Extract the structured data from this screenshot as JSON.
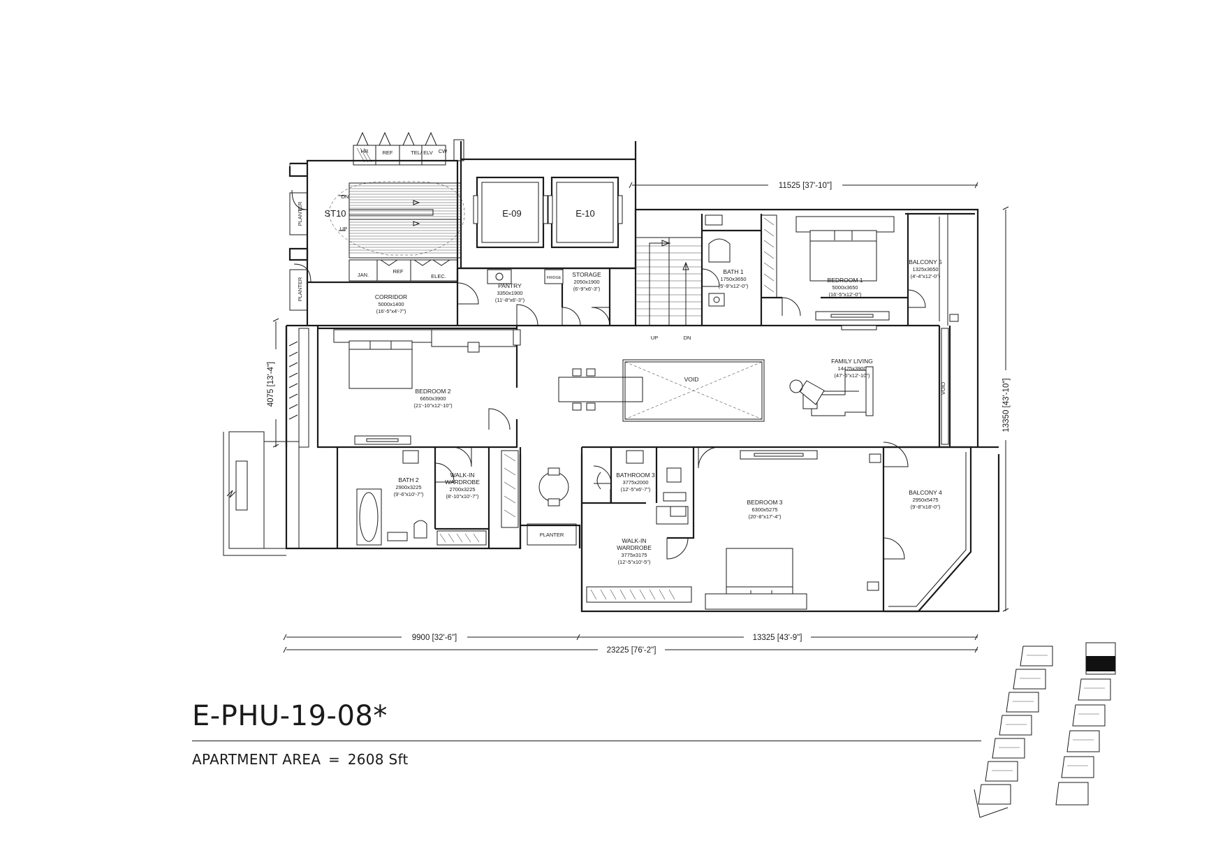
{
  "unit": {
    "code": "E-PHU-19-08*",
    "area_label": "APARTMENT AREA",
    "area_eq": "=",
    "area_value": "2608 Sft"
  },
  "core": {
    "stair": "ST10",
    "dn": "DN",
    "up": "UP",
    "lift1": "E-09",
    "lift2": "E-10",
    "shafts": [
      "HR",
      "REF",
      "TEL/ ELV",
      "CW"
    ],
    "lower_shafts": [
      "JAN.",
      "REF",
      "ELEC."
    ],
    "planter": "PLANTER",
    "fridge": "FRIDGE"
  },
  "rooms": {
    "corridor": {
      "name": "CORRIDOR",
      "size": "5000x1400",
      "imp": "(16'-5\"x4'-7\")"
    },
    "pantry": {
      "name": "PANTRY",
      "size": "3350x1900",
      "imp": "(11'-8\"x6'-3\")"
    },
    "storage": {
      "name": "STORAGE",
      "size": "2050x1900",
      "imp": "(6'-9\"x6'-3\")"
    },
    "bath1": {
      "name": "BATH 1",
      "size": "1750x3650",
      "imp": "(5'-9\"x12'-0\")"
    },
    "bedroom1": {
      "name": "BEDROOM 1",
      "size": "5000x3650",
      "imp": "(16'-5\"x12'-0\")"
    },
    "balcony5": {
      "name": "BALCONY 5",
      "size": "1325x3650",
      "imp": "(4'-4\"x12'-0\")"
    },
    "bedroom2": {
      "name": "BEDROOM 2",
      "size": "6650x3900",
      "imp": "(21'-10\"x12'-10\")"
    },
    "family": {
      "name": "FAMILY LIVING",
      "size": "14475x3900",
      "imp": "(47'-6\"x12'-10\")"
    },
    "void": "VOID",
    "bath2": {
      "name": "BATH 2",
      "size": "2900x3225",
      "imp": "(9'-6\"x10'-7\")"
    },
    "wir2": {
      "name1": "WALK-IN",
      "name2": "WARDROBE",
      "size": "2700x3225",
      "imp": "(8'-10\"x10'-7\")"
    },
    "bath3": {
      "name": "BATHROOM 3",
      "size": "3775x2000",
      "imp": "(12'-5\"x6'-7\")"
    },
    "wir3": {
      "name1": "WALK-IN",
      "name2": "WARDROBE",
      "size": "3775x3175",
      "imp": "(12'-5\"x10'-5\")"
    },
    "bedroom3": {
      "name": "BEDROOM 3",
      "size": "6300x5275",
      "imp": "(20'-8\"x17'-4\")"
    },
    "balcony4": {
      "name": "BALCONY 4",
      "size": "2950x5475",
      "imp": "(9'-8\"x18'-0\")"
    },
    "planter2": "PLANTER",
    "stair_up": "UP",
    "stair_dn": "DN"
  },
  "dims": {
    "top": "11525 [37'-10\"]",
    "right": "13350 [43'-10\"]",
    "left": "4075 [13'-4\"]",
    "bottom_left": "9900 [32'-6\"]",
    "bottom_right": "13325 [43'-9\"]",
    "bottom_total": "23225 [76'-2\"]"
  },
  "key_plan": {
    "highlight_color": "#111111"
  }
}
